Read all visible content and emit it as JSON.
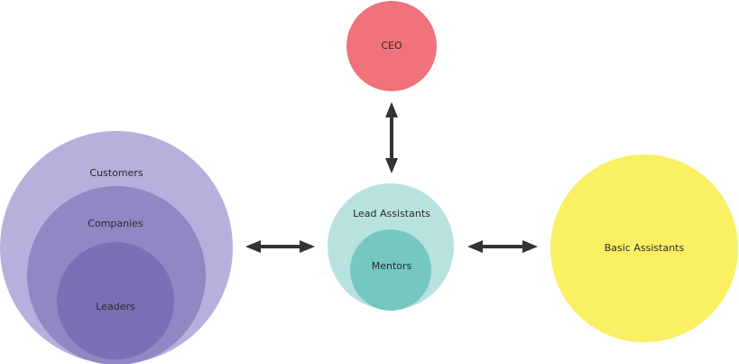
{
  "colors": {
    "ceo": "#f0727a",
    "customers": "#b5b0dc",
    "companies": "#9187c4",
    "leaders": "#7b6fb5",
    "lead_assistants": "#b8e2df",
    "mentors": "#74c8c1",
    "basic_assistants": "#faf064",
    "arrow": "#333333"
  },
  "nodes": {
    "ceo": "CEO",
    "customers": "Customers",
    "companies": "Companies",
    "leaders": "Leaders",
    "lead_assistants": "Lead Assistants",
    "mentors": "Mentors",
    "basic_assistants": "Basic Assistants"
  }
}
